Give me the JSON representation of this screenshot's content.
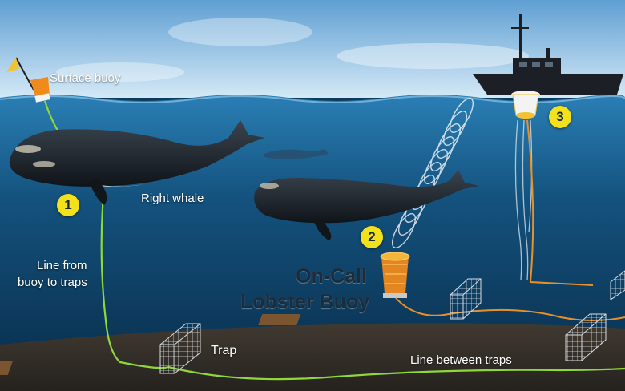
{
  "labels": {
    "surface_buoy": "Surface buoy",
    "right_whale": "Right whale",
    "line_from_buoy_line1": "Line from",
    "line_from_buoy_line2": "buoy to traps",
    "trap": "Trap",
    "on_call_line1": "On-Call",
    "on_call_line2": "Lobster Buoy",
    "line_between_traps": "Line between traps"
  },
  "steps": [
    "1",
    "2",
    "3"
  ],
  "colors": {
    "sky_top": "#6aa6d6",
    "sky_bottom": "#cfe6f5",
    "water_top": "#1f6fa3",
    "water_deep": "#0a3556",
    "seafloor": "#3d2f22",
    "rope": "#8fd83c",
    "rope_orange": "#e8902a",
    "badge": "#f3e11c",
    "buoy_orange": "#f08a1c"
  }
}
